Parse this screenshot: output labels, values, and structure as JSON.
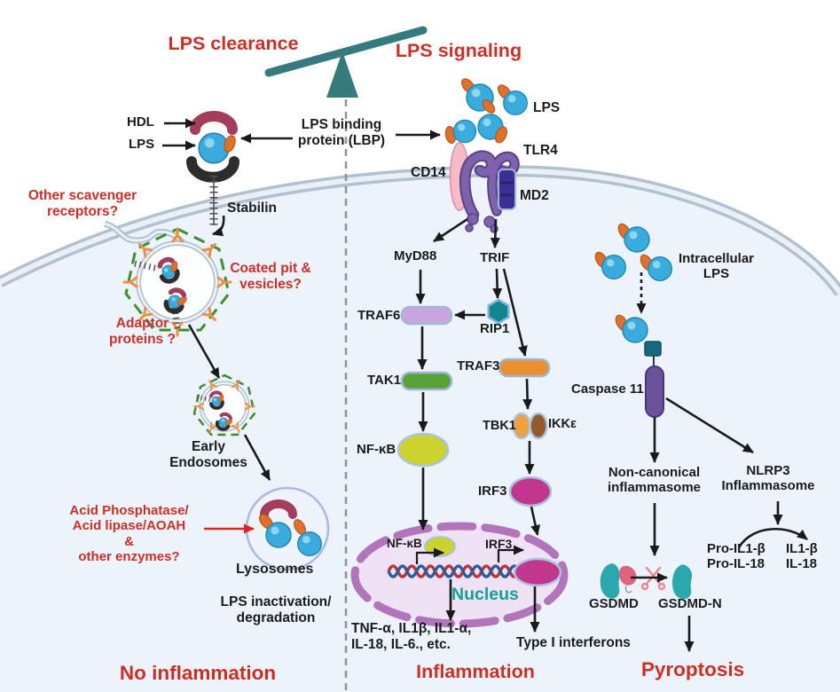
{
  "palette": {
    "emphasis_red": "#cd2f26",
    "balance_teal": "#357a7d",
    "nucleus_label_teal": "#12a09b",
    "lps_blue": "#3aabdd",
    "lps_orange": "#e0702b",
    "membrane_gray_blue": "#b0c1d0",
    "cell_interior": "#edf3fa"
  },
  "balance": {
    "left_label": "LPS clearance",
    "right_label": "LPS signaling"
  },
  "clearance": {
    "hdl_label": "HDL",
    "lps_label": "LPS",
    "lbp_label": "LPS binding\nprotein (LBP)",
    "scavenger_question": "Other scavenger\nreceptors?",
    "stabilin_label": "Stabilin",
    "coated_pit_question": "Coated pit &\nvesicles?",
    "adaptor_question": "Adaptor\nproteins ?",
    "early_endosomes_label": "Early\nEndosomes",
    "enzymes_question": "Acid Phosphatase/\nAcid lipase/AOAH\n&\nother enzymes?",
    "lysosomes_label": "Lysosomes",
    "inactivation_label": "LPS inactivation/\ndegradation",
    "outcome_label": "No inflammation"
  },
  "signaling": {
    "lps_label": "LPS",
    "tlr4_label": "TLR4",
    "cd14_label": "CD14",
    "md2_label": "MD2",
    "myd88_label": "MyD88",
    "trif_label": "TRIF",
    "traf6_label": "TRAF6",
    "rip1_label": "RIP1",
    "traf3_label": "TRAF3",
    "tak1_label": "TAK1",
    "nfkb_label": "NF-κB",
    "tbk1_label": "TBK1",
    "ikke_label": "IKKε",
    "irf3_label": "IRF3",
    "nucleus": {
      "nfkb_label": "NF-κB",
      "irf3_label": "IRF3",
      "label": "Nucleus"
    },
    "cytokines_label": "TNF-α, IL1β, IL1-α,\nIL-18, IL-6., etc.",
    "interferons_label": "Type I interferons",
    "outcome_label": "Inflammation"
  },
  "pyroptosis": {
    "intracellular_lps_label": "Intracellular\nLPS",
    "caspase11_label": "Caspase 11",
    "noncanonical_label": "Non-canonical\ninflammasome",
    "nlrp3_label": "NLRP3\nInflammasome",
    "pro_il_label": "Pro-IL1-β\nPro-IL-18",
    "il_label": "IL1-β\nIL-18",
    "gsdmd_label": "GSDMD",
    "gsdmd_n_label": "GSDMD-N",
    "outcome_label": "Pyroptosis"
  }
}
